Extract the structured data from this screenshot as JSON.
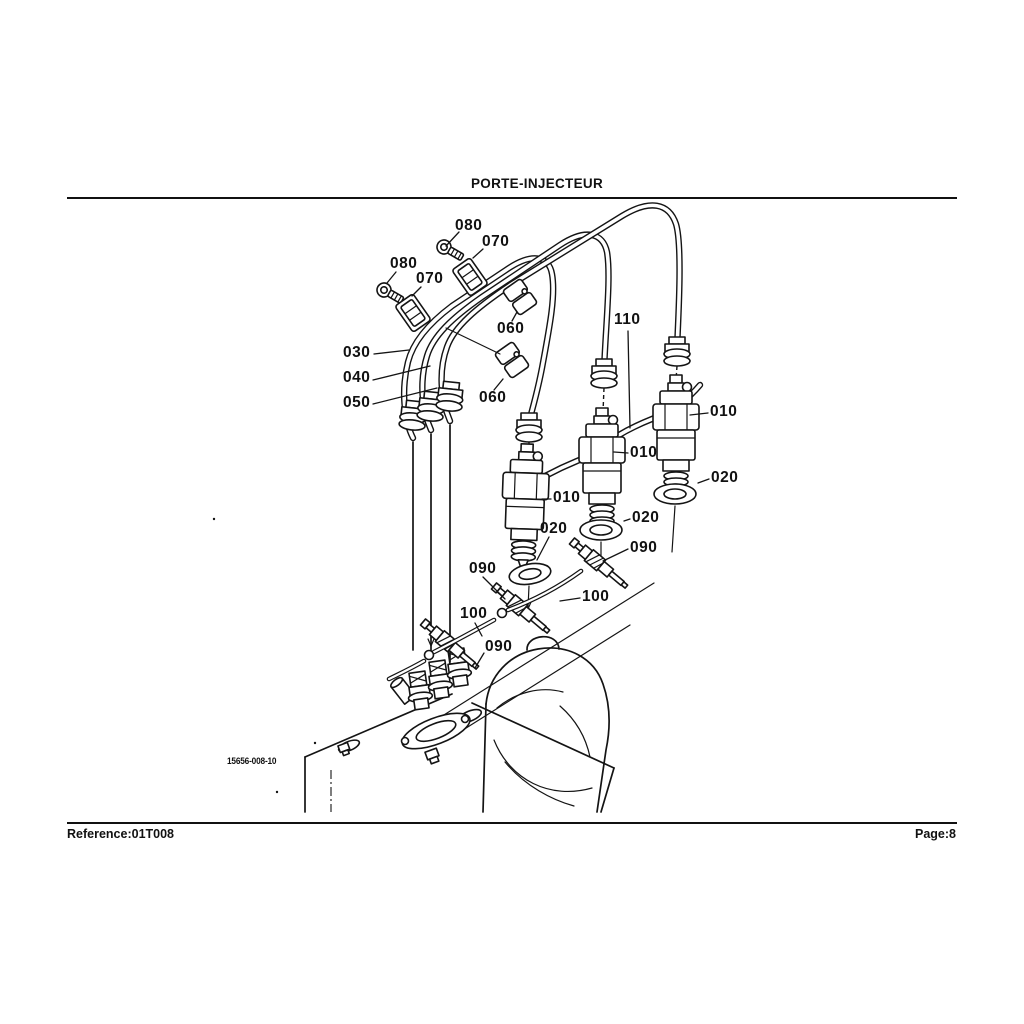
{
  "page": {
    "title": "PORTE-INJECTEUR",
    "footer_reference": "Reference:01T008",
    "footer_page": "Page:8",
    "drawing_code": "15656-008-10",
    "ink_color": "#141414",
    "paper_color": "#ffffff"
  },
  "callouts": [
    {
      "id": "080-top",
      "text": "080"
    },
    {
      "id": "070-top",
      "text": "070"
    },
    {
      "id": "080-left",
      "text": "080"
    },
    {
      "id": "070-left",
      "text": "070"
    },
    {
      "id": "060-upper",
      "text": "060"
    },
    {
      "id": "030",
      "text": "030"
    },
    {
      "id": "040",
      "text": "040"
    },
    {
      "id": "050",
      "text": "050"
    },
    {
      "id": "060-lower",
      "text": "060"
    },
    {
      "id": "110",
      "text": "110"
    },
    {
      "id": "010-right",
      "text": "010"
    },
    {
      "id": "010-middle",
      "text": "010"
    },
    {
      "id": "020-right",
      "text": "020"
    },
    {
      "id": "010-left",
      "text": "010"
    },
    {
      "id": "020-middle",
      "text": "020"
    },
    {
      "id": "090-right",
      "text": "090"
    },
    {
      "id": "020-left",
      "text": "020"
    },
    {
      "id": "090-middle",
      "text": "090"
    },
    {
      "id": "100-right",
      "text": "100"
    },
    {
      "id": "100-left",
      "text": "100"
    },
    {
      "id": "090-lower",
      "text": "090"
    }
  ]
}
